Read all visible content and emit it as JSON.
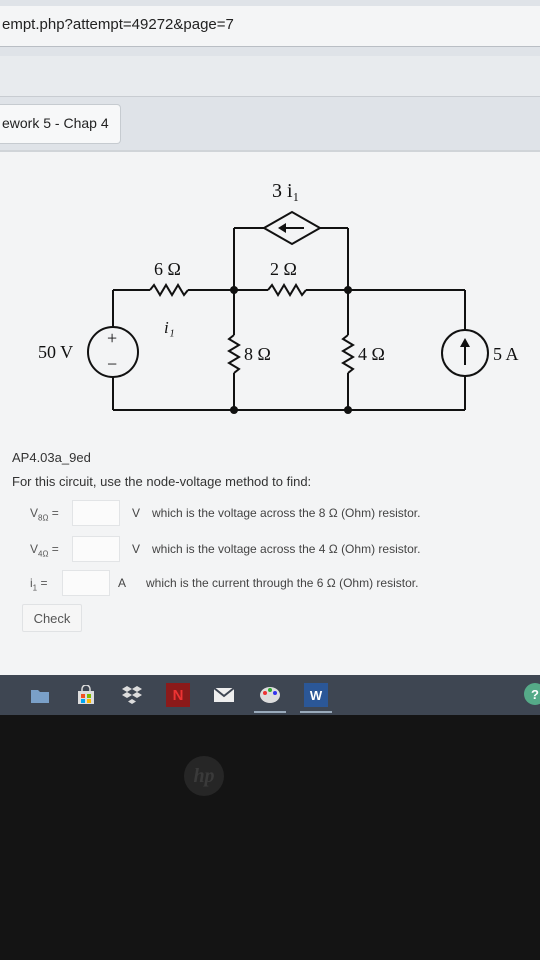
{
  "browser": {
    "url": "empt.php?attempt=49272&page=7"
  },
  "breadcrumb": {
    "label": "ework 5 - Chap 4"
  },
  "circuit": {
    "dependent_source": "3 i₁",
    "r6": "6 Ω",
    "r2": "2 Ω",
    "r8": "8 Ω",
    "r4": "4 Ω",
    "i1": "i₁",
    "vsource": "50 V",
    "plus": "+",
    "minus": "−",
    "isource": "5 A"
  },
  "question": {
    "id": "AP4.03a_9ed",
    "prompt": "For this circuit, use the node-voltage method to find:",
    "rows": [
      {
        "label_main": "V",
        "label_sub": "8Ω",
        "eq": " =",
        "value": "",
        "unit": "V",
        "desc": "which is the voltage across the 8 Ω (Ohm) resistor."
      },
      {
        "label_main": "V",
        "label_sub": "4Ω",
        "eq": " =",
        "value": "",
        "unit": "V",
        "desc": "which is the voltage across the 4 Ω (Ohm) resistor."
      },
      {
        "label_main": "i",
        "label_sub": "1",
        "eq": " =",
        "value": "",
        "unit": "A",
        "desc": "which is the current through the 6 Ω (Ohm) resistor."
      }
    ],
    "check_label": "Check"
  },
  "taskbar": {
    "netflix_letter": "N",
    "word_letter": "W",
    "help_glyph": "?"
  },
  "bezel": {
    "logo": "hp"
  }
}
